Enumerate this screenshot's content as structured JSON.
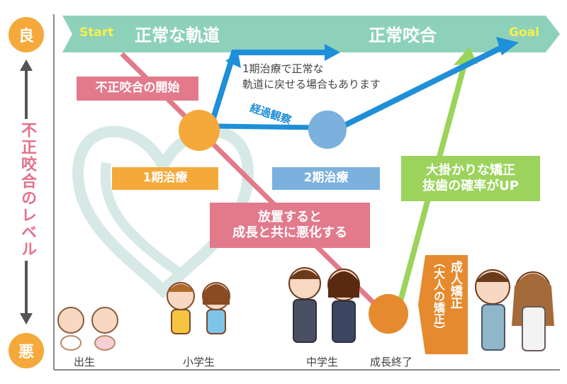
{
  "axis": {
    "good": "良",
    "bad": "悪",
    "title": "不正咬合のレベル"
  },
  "banner": {
    "start": "Start",
    "normal_path": "正常な軌道",
    "normal_bite": "正常咬合",
    "goal": "Goal"
  },
  "labels": {
    "onset": "不正咬合の開始",
    "first_treatment_note_line1": "1期治療で正常な",
    "first_treatment_note_line2": "軌道に戻せる場合もあります",
    "observation": "経過観察",
    "phase1": "1期治療",
    "phase2": "2期治療",
    "neglect_line1": "放置すると",
    "neglect_line2": "成長と共に悪化する",
    "big_line1": "大掛かりな矯正",
    "big_line2": "抜歯の確率がUP",
    "adult": "成人矯正",
    "adult_paren": "（大人の矯正）"
  },
  "stages": {
    "birth": "出生",
    "elementary": "小学生",
    "junior_high": "中学生",
    "growth_end": "成長終了"
  },
  "colors": {
    "teal": "#8ed1bb",
    "pink": "#e27a8c",
    "orange": "#f5a93a",
    "dark_orange": "#e58a2e",
    "blue": "#1e8fd8",
    "light_blue": "#7bb1dc",
    "green": "#9bd35c",
    "heart": "#d7e9e6",
    "axis_pink": "#e2708a"
  }
}
